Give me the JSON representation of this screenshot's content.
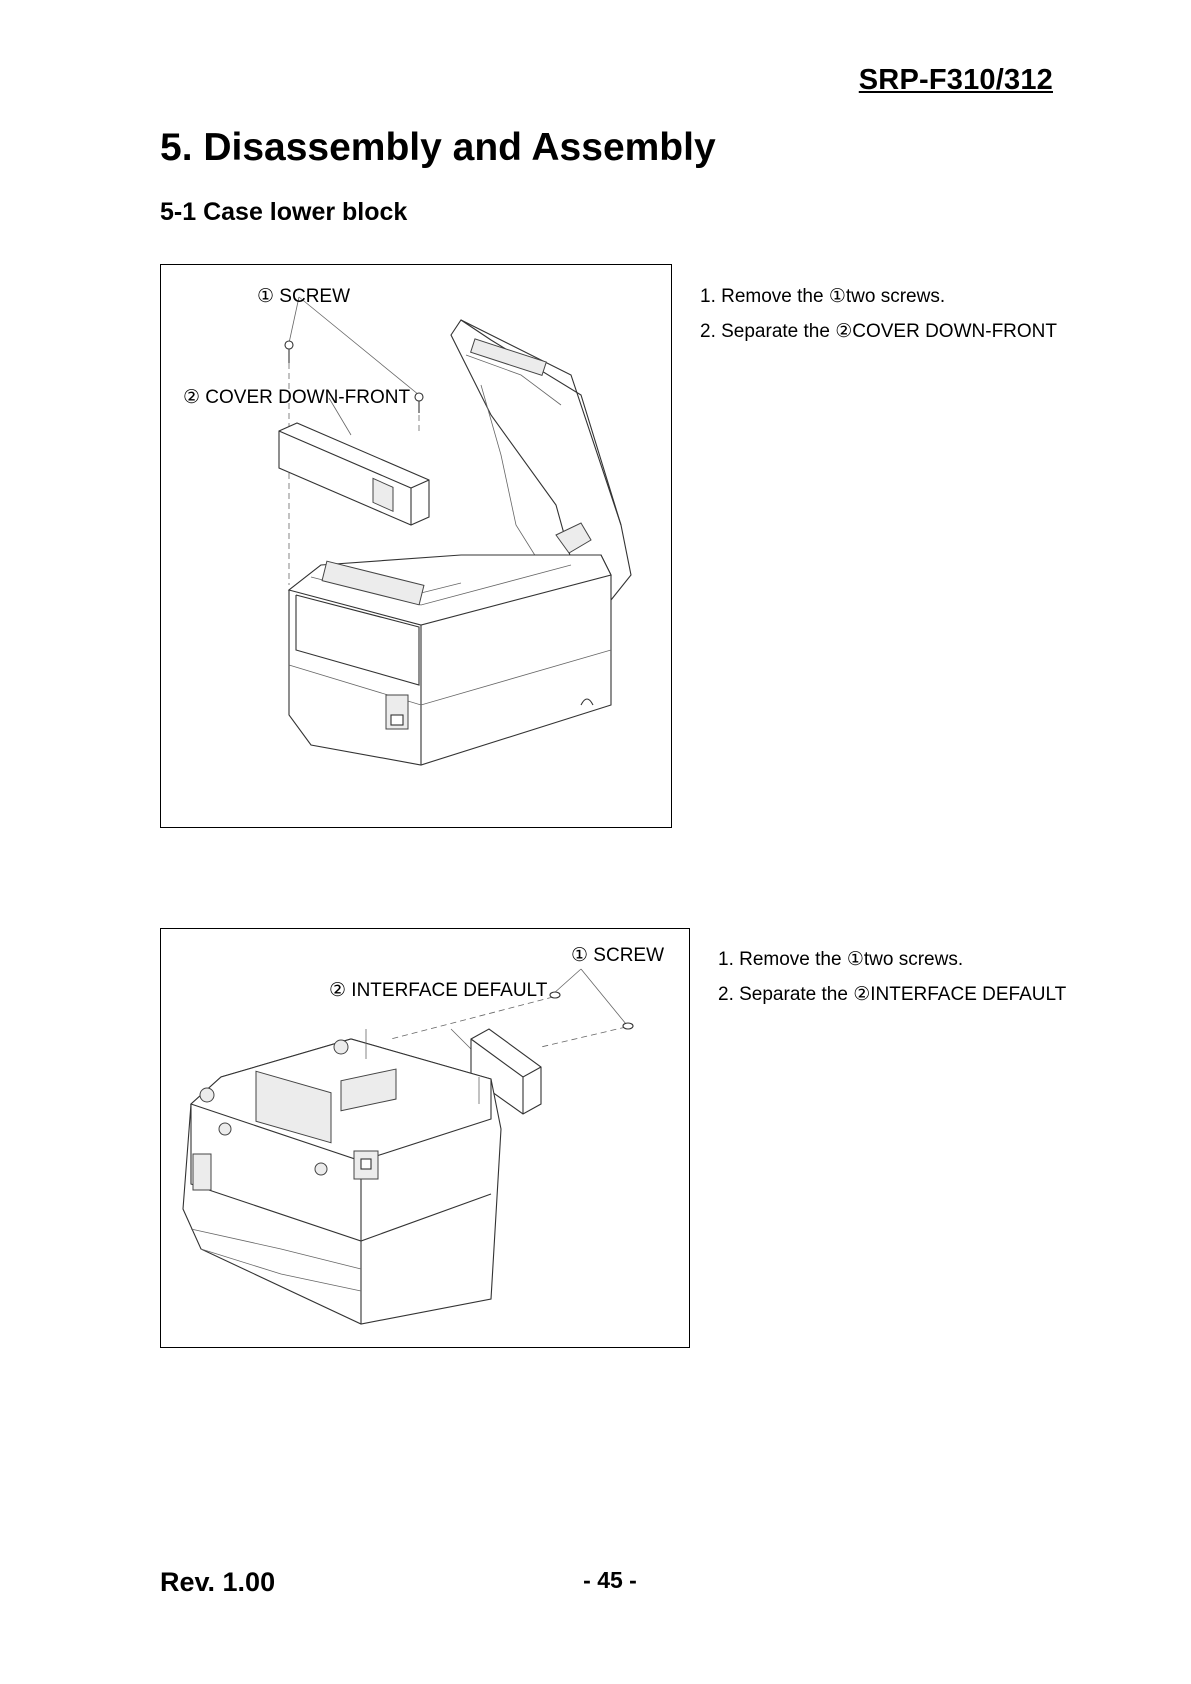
{
  "header": {
    "model": "SRP-F310/312"
  },
  "section": {
    "title": "5. Disassembly and Assembly",
    "subtitle": "5-1 Case lower block"
  },
  "figure1": {
    "callouts": [
      "① SCREW",
      "② COVER DOWN-FRONT"
    ],
    "steps": [
      "1. Remove the ①two screws.",
      "2. Separate the ②COVER DOWN-FRONT"
    ]
  },
  "figure2": {
    "callouts": [
      "① SCREW",
      "② INTERFACE DEFAULT"
    ],
    "steps": [
      "1. Remove the ①two screws.",
      "2. Separate the ②INTERFACE DEFAULT"
    ]
  },
  "footer": {
    "revision": "Rev. 1.00",
    "page": "- 45 -"
  }
}
